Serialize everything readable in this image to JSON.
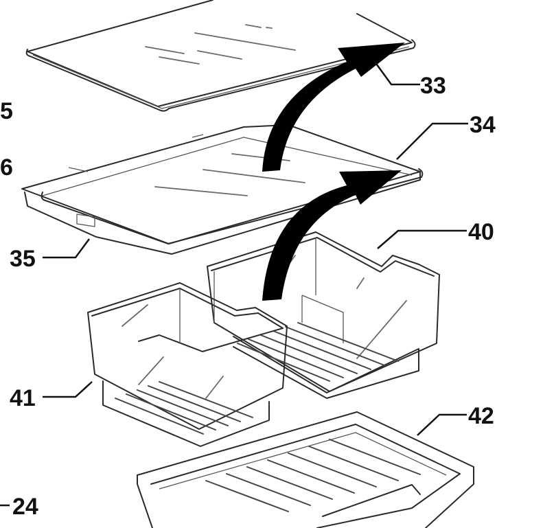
{
  "labels": {
    "l5": "5",
    "l6": "6",
    "l33": "33",
    "l34": "34",
    "l35": "35",
    "l40": "40",
    "l41": "41",
    "l42": "42",
    "l24": "24"
  },
  "colors": {
    "line": "#2a2a2a",
    "arrow": "#000000",
    "background": "#ffffff"
  }
}
